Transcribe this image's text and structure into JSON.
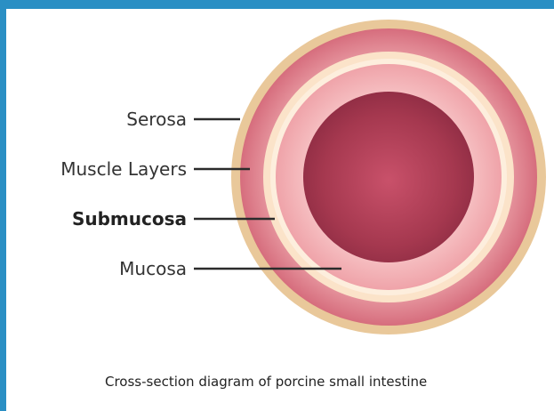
{
  "labels": {
    "serosa": "Serosa",
    "muscle_layers": "Muscle Layers",
    "submucosa": "Submucosa",
    "mucosa": "Mucosa"
  },
  "caption": "Cross-section diagram of porcine small intestine",
  "colors": {
    "frame": "#2a8fc4",
    "serosa": "#e9c89a",
    "muscle": "#d9707f",
    "submucosa": "#fbe6cf",
    "mucosa": "#f2a8ae",
    "lumen": "#a5384f"
  }
}
